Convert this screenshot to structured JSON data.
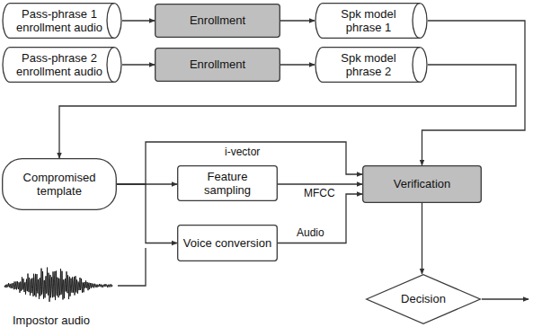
{
  "diagram": {
    "nodes": [
      {
        "text": [
          "Pass-phrase 1 enrollment audio"
        ]
      },
      {
        "text": [
          "Enrollment"
        ]
      },
      {
        "text": [
          "Spk model phrase 1"
        ]
      },
      {
        "text": [
          "Pass-phrase 2 enrollment audio"
        ]
      },
      {
        "text": [
          "Enrollment"
        ]
      },
      {
        "text": [
          "Spk model phrase 2"
        ]
      },
      {
        "text": [
          "Compromised template"
        ]
      },
      {
        "text": [
          "Feature sampling"
        ]
      },
      {
        "text": [
          "Verification"
        ]
      },
      {
        "text": [
          "Voice conversion"
        ]
      },
      {
        "text": [
          "Decision"
        ]
      }
    ],
    "edges": [
      {
        "from": 0,
        "to": 1,
        "arrow": "to"
      },
      {
        "from": 1,
        "to": 2,
        "arrow": "to"
      },
      {
        "from": 3,
        "to": 4,
        "arrow": "to"
      },
      {
        "from": 4,
        "to": 5,
        "arrow": "to"
      },
      {
        "from": 2,
        "to": 8,
        "arrow": "to"
      },
      {
        "from": 5,
        "to": 6,
        "arrow": "to"
      },
      {
        "from": 6,
        "to": 8,
        "label": "i-vector",
        "arrow": "to"
      },
      {
        "from": 6,
        "to": 7,
        "arrow": "to"
      },
      {
        "from": 7,
        "to": 8,
        "label": "MFCC",
        "arrow": "to"
      },
      {
        "from": 6,
        "to": 9,
        "arrow": "to"
      },
      {
        "from": 9,
        "to": 8,
        "label": "Audio",
        "arrow": "to"
      },
      {
        "from": 8,
        "to": 10,
        "arrow": "to"
      }
    ],
    "labels": [
      "Impostor audio"
    ]
  }
}
